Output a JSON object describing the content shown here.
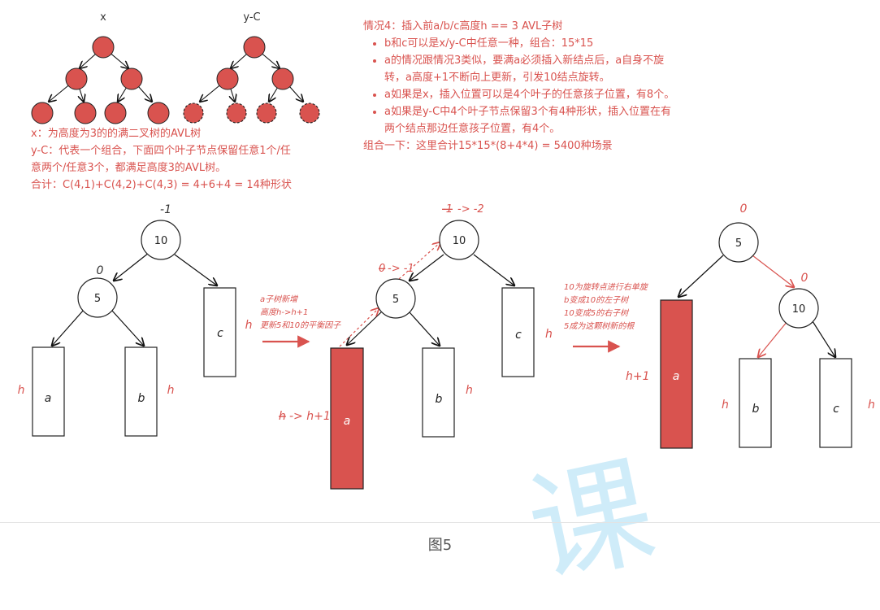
{
  "colors": {
    "accent": "#d9534f",
    "node_fill": "#d9534f",
    "dark": "#111111",
    "watermark": "#bfe6f7"
  },
  "top_trees": {
    "x_label": "x",
    "yc_label": "y-C"
  },
  "left_notes": [
    "x：为高度为3的的满二叉树的AVL树",
    "y-C：代表一个组合，下面四个叶子节点保留任意1个/任",
    "意两个/任意3个，都满足高度3的AVL树。",
    "合计：C(4,1)+C(4,2)+C(4,3) = 4+6+4 = 14种形状"
  ],
  "right_notes": {
    "title": "情况4：插入前a/b/c高度h == 3 AVL子树",
    "bullets": [
      {
        "line1": "b和c可以是x/y-C中任意一种，组合：15*15"
      },
      {
        "line1": "a的情况跟情况3类似，要满a必须插入新结点后，a自身不旋",
        "line2": "转，a高度+1不断向上更新，引发10结点旋转。"
      },
      {
        "line1": "a如果是x，插入位置可以是4个叶子的任意孩子位置，有8个。"
      },
      {
        "line1": "a如果是y-C中4个叶子节点保留3个有4种形状，插入位置在有",
        "line2": "两个结点那边任意孩子位置，有4个。"
      }
    ],
    "summary": "组合一下：这里合计15*15*(8+4*4) = 5400种场景"
  },
  "diagram1": {
    "root": "10",
    "root_bf": "-1",
    "child": "5",
    "child_bf": "0",
    "a": "a",
    "b": "b",
    "c": "c",
    "h": "h"
  },
  "arrow1_text": [
    "a子树新增",
    "高度h->h+1",
    "更新5和10的平衡因子"
  ],
  "diagram2": {
    "root": "10",
    "root_bf_old": "-1",
    "root_bf_new": "-> -2",
    "child": "5",
    "child_bf_old": "0",
    "child_bf_new": "-> -1",
    "a": "a",
    "b": "b",
    "c": "c",
    "h": "h",
    "h_old": "h",
    "h_new": "-> h+1"
  },
  "arrow2_text": [
    "10为旋转点进行右单旋",
    "b变成10的左子树",
    "10变成5的右子树",
    "5成为这颗树新的根"
  ],
  "diagram3": {
    "root": "5",
    "root_bf": "0",
    "child": "10",
    "child_bf": "0",
    "a": "a",
    "b": "b",
    "c": "c",
    "h": "h",
    "h1": "h+1"
  },
  "caption": "图5",
  "watermark": "课"
}
